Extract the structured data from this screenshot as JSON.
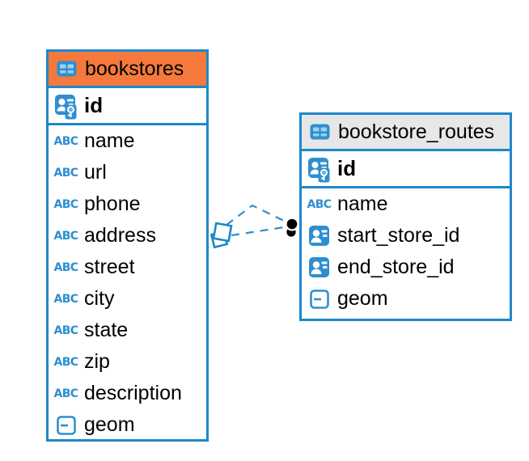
{
  "app": {
    "view": "entity-relationship-diagram"
  },
  "colors": {
    "canvas_bg": "#ffffff",
    "entity_border": "#1e88c8",
    "icon_blue": "#2e8fd0",
    "icon_cell_light": "#9fd0f0",
    "relation_line": "#2e8fd0",
    "dot_marker": "#000000",
    "diamond_fill": "#ffffff",
    "text": "#000000"
  },
  "tables": [
    {
      "title": "bookstores",
      "header_bg": "#f5793d",
      "columns": [
        {
          "name": "id",
          "icon": "primary-key",
          "key": true
        },
        {
          "name": "name",
          "icon": "text"
        },
        {
          "name": "url",
          "icon": "text"
        },
        {
          "name": "phone",
          "icon": "text"
        },
        {
          "name": "address",
          "icon": "text"
        },
        {
          "name": "street",
          "icon": "text"
        },
        {
          "name": "city",
          "icon": "text"
        },
        {
          "name": "state",
          "icon": "text"
        },
        {
          "name": "zip",
          "icon": "text"
        },
        {
          "name": "description",
          "icon": "text"
        },
        {
          "name": "geom",
          "icon": "geometry"
        }
      ]
    },
    {
      "title": "bookstore_routes",
      "header_bg": "#e7e7e7",
      "columns": [
        {
          "name": "id",
          "icon": "primary-key",
          "key": true
        },
        {
          "name": "name",
          "icon": "text"
        },
        {
          "name": "start_store_id",
          "icon": "reference"
        },
        {
          "name": "end_store_id",
          "icon": "reference"
        },
        {
          "name": "geom",
          "icon": "geometry"
        }
      ]
    }
  ],
  "relation": {
    "from_table": "bookstores",
    "to_table": "bookstore_routes",
    "line_style": "dashed",
    "line_count": 2,
    "from_marker": "diamond",
    "to_marker": "dot"
  }
}
